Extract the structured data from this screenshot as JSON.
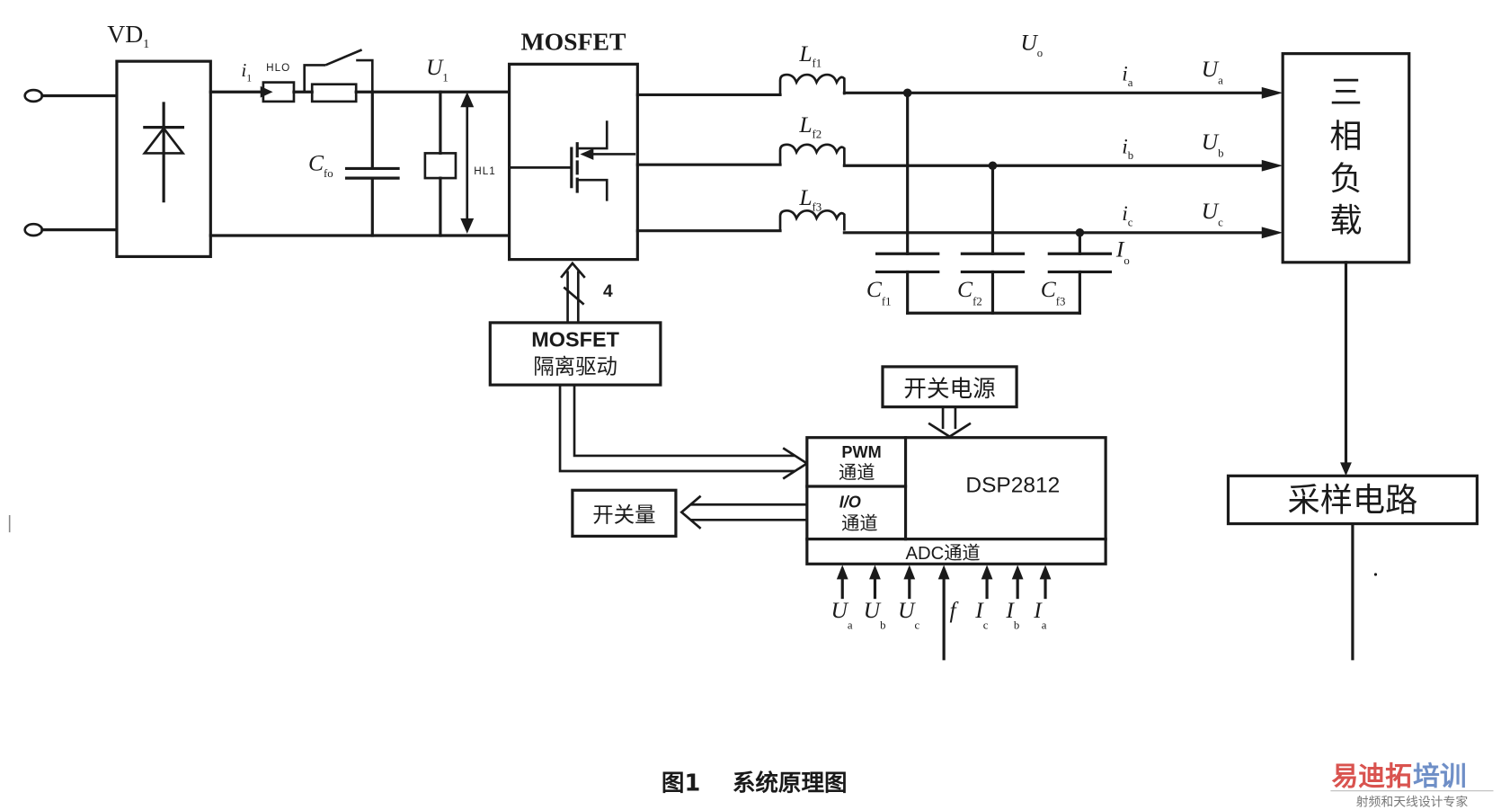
{
  "figure": {
    "caption": "图1    系统原理图",
    "watermark": {
      "brand_red": "易迪拓",
      "brand_blue": "培训",
      "tagline": "射频和天线设计专家",
      "colors": {
        "red": "#d9534f",
        "blue": "#6f8fc7",
        "gray": "#777777"
      }
    }
  },
  "rectifier": {
    "label": "VD",
    "sub": "1"
  },
  "input_current": {
    "label": "i",
    "sub": "1"
  },
  "relay_label_hl0": "HLO",
  "dc_link_voltage": {
    "label": "U",
    "sub": "1"
  },
  "dc_cap": {
    "label": "C",
    "sub": "fo"
  },
  "relay_label_hl1": "HL1",
  "inverter": {
    "title": "MOSFET"
  },
  "gate_bus_width": "4",
  "driver": {
    "line1": "MOSFET",
    "line2": "隔离驱动"
  },
  "inductors": [
    {
      "label": "L",
      "sub": "f1"
    },
    {
      "label": "L",
      "sub": "f2"
    },
    {
      "label": "L",
      "sub": "f3"
    }
  ],
  "output_voltage": {
    "label": "U",
    "sub": "o"
  },
  "output_current": {
    "label": "I",
    "sub": "o"
  },
  "filter_caps": [
    {
      "label": "C",
      "sub": "f1"
    },
    {
      "label": "C",
      "sub": "f2"
    },
    {
      "label": "C",
      "sub": "f3"
    }
  ],
  "phases": [
    {
      "current": "i",
      "current_sub": "a",
      "voltage": "U",
      "voltage_sub": "a"
    },
    {
      "current": "i",
      "current_sub": "b",
      "voltage": "U",
      "voltage_sub": "b"
    },
    {
      "current": "i",
      "current_sub": "c",
      "voltage": "U",
      "voltage_sub": "c"
    }
  ],
  "load": {
    "chars": [
      "三",
      "相",
      "负",
      "载"
    ]
  },
  "sampling": {
    "label": "采样电路"
  },
  "power_supply": {
    "label": "开关电源"
  },
  "dsp": {
    "name": "DSP2812",
    "pwm": {
      "line1": "PWM",
      "line2": "通道"
    },
    "io": {
      "line1": "I/O",
      "line2": "通道"
    },
    "adc": "ADC通道"
  },
  "switch_io": {
    "label": "开关量"
  },
  "adc_inputs": [
    {
      "label": "U",
      "sub": "a"
    },
    {
      "label": "U",
      "sub": "b"
    },
    {
      "label": "U",
      "sub": "c"
    },
    {
      "label": "f",
      "sub": ""
    },
    {
      "label": "I",
      "sub": "c"
    },
    {
      "label": "I",
      "sub": "b"
    },
    {
      "label": "I",
      "sub": "a"
    }
  ]
}
